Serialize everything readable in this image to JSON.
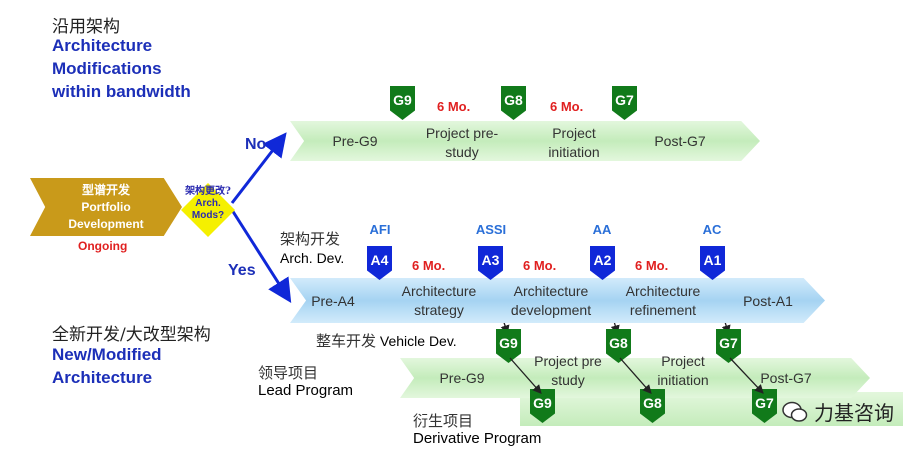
{
  "top_left": {
    "cn": "沿用架构",
    "lines": [
      "Architecture",
      "Modifications",
      "within bandwidth"
    ]
  },
  "bottom_left": {
    "cn": "全新开发/大改型架构",
    "lines": [
      "New/Modified",
      "Architecture"
    ]
  },
  "portfolio": {
    "cn": "型谱开发",
    "line1": "Portfolio",
    "line2": "Development",
    "status": "Ongoing"
  },
  "decision": {
    "cn": "架构更改?",
    "line1": "Arch.",
    "line2": "Mods?",
    "no": "No",
    "yes": "Yes"
  },
  "top_track": {
    "gates": [
      "G9",
      "G8",
      "G7"
    ],
    "interval": "6 Mo.",
    "segments": [
      "Pre-G9",
      "Project pre-\nstudy",
      "Project\ninitiation",
      "Post-G7"
    ]
  },
  "arch_track": {
    "cn": "架构开发",
    "label": "Arch. Dev.",
    "gates": [
      "A4",
      "A3",
      "A2",
      "A1"
    ],
    "gate_labels": [
      "AFI",
      "ASSI",
      "AA",
      "AC"
    ],
    "interval": "6 Mo.",
    "segments": [
      "Pre-A4",
      "Architecture\nstrategy",
      "Architecture\ndevelopment",
      "Architecture\nrefinement",
      "Post-A1"
    ]
  },
  "vehicle": {
    "cn": "整车开发",
    "label": "Vehicle Dev.",
    "gates": [
      "G9",
      "G8",
      "G7"
    ]
  },
  "lead": {
    "cn": "领导项目",
    "label": "Lead Program",
    "segments": [
      "Pre-G9",
      "Project pre\nstudy",
      "Project\ninitiation",
      "Post-G7"
    ]
  },
  "derivative": {
    "cn": "衍生项目",
    "label": "Derivative Program",
    "gates": [
      "G9",
      "G8",
      "G7"
    ]
  },
  "watermark": "力基咨询",
  "colors": {
    "accent_blue": "#1c2fb8",
    "gate_green": "#117a1a",
    "gate_blue": "#1028d8",
    "portfolio": "#c99a1a",
    "diamond": "#f5f000",
    "red": "#e02020"
  }
}
